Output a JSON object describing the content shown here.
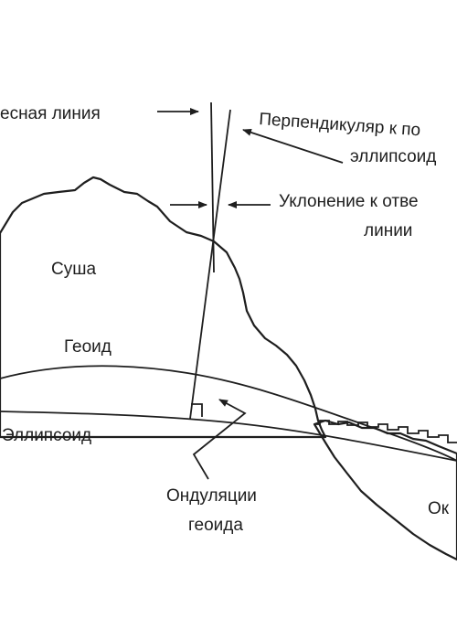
{
  "labels": {
    "plumb_line": "есная линия",
    "perpendicular_line1": "Перпендикуляр к по",
    "perpendicular_line2": "эллипсоид",
    "deflection_line1": "Уклонение к отве",
    "deflection_line2": "линии",
    "land": "Суша",
    "geoid": "Геоид",
    "ellipsoid": "Эллипсоид",
    "undulation_line1": "Ондуляции",
    "undulation_line2": "геоида",
    "ocean": "Ок"
  },
  "colors": {
    "land_fill": "#ececec",
    "ocean_fill": "#a9a9a9",
    "stroke": "#1e1e1e",
    "background": "#ffffff"
  }
}
